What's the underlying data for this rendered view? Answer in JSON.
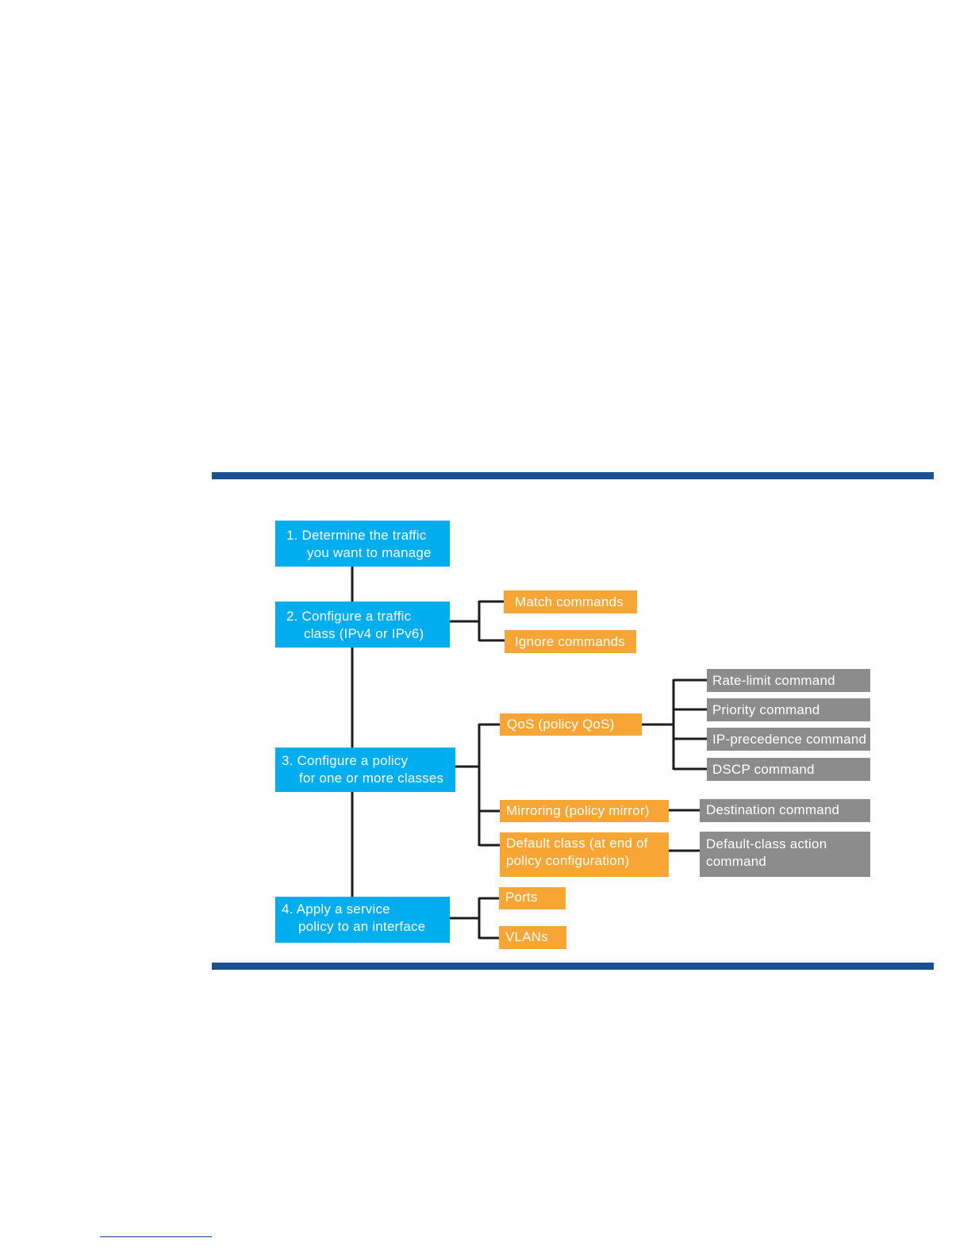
{
  "colors": {
    "rule": "#1b4f8f",
    "step_box": "#00aeef",
    "option_box": "#f7a534",
    "command_box": "#8c8c8c",
    "connector": "#1c1c1c"
  },
  "steps": [
    {
      "lines": [
        "1. Determine the traffic",
        "you want to manage"
      ]
    },
    {
      "lines": [
        "2. Configure a traffic",
        "class (IPv4 or IPv6)"
      ]
    },
    {
      "lines": [
        "3. Configure a policy",
        "for one or more classes"
      ]
    },
    {
      "lines": [
        "4. Apply a service",
        "policy to an interface"
      ]
    }
  ],
  "class_options": [
    {
      "label": "Match commands"
    },
    {
      "label": "Ignore commands"
    }
  ],
  "policy_options": [
    {
      "lines": [
        "QoS (policy QoS)"
      ]
    },
    {
      "lines": [
        "Mirroring (policy mirror)"
      ]
    },
    {
      "lines": [
        "Default class (at end of",
        "policy configuration)"
      ]
    }
  ],
  "qos_commands": [
    {
      "label": "Rate-limit command"
    },
    {
      "label": "Priority command"
    },
    {
      "label": "IP-precedence command"
    },
    {
      "label": "DSCP command"
    }
  ],
  "mirror_commands": [
    {
      "label": "Destination command"
    }
  ],
  "default_commands": [
    {
      "lines": [
        "Default-class action",
        "command"
      ]
    }
  ],
  "interface_options": [
    {
      "label": "Ports"
    },
    {
      "label": "VLANs"
    }
  ]
}
